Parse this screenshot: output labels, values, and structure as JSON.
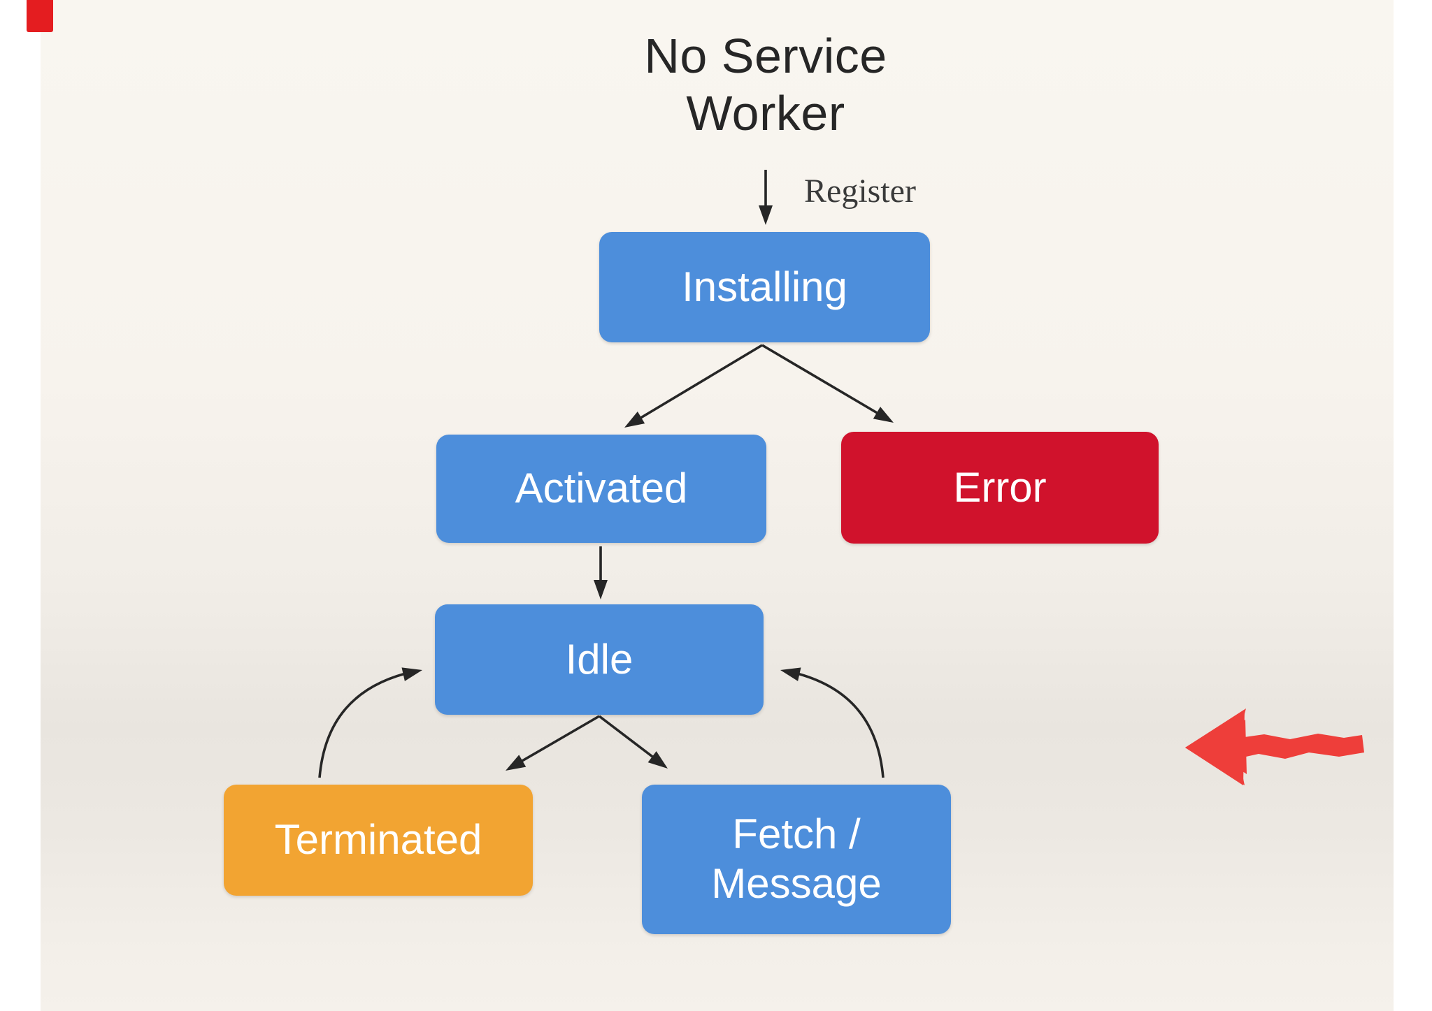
{
  "diagram": {
    "title": "No Service\nWorker",
    "register_label": "Register",
    "nodes": {
      "installing": {
        "label": "Installing",
        "color": "#4d8edb"
      },
      "activated": {
        "label": "Activated",
        "color": "#4d8edb"
      },
      "error": {
        "label": "Error",
        "color": "#d0122c"
      },
      "idle": {
        "label": "Idle",
        "color": "#4d8edb"
      },
      "terminated": {
        "label": "Terminated",
        "color": "#f2a432"
      },
      "fetch_message": {
        "label": "Fetch /\nMessage",
        "color": "#4d8edb"
      }
    },
    "edges": [
      {
        "from": "no-service-worker",
        "to": "installing",
        "label": "Register"
      },
      {
        "from": "installing",
        "to": "activated"
      },
      {
        "from": "installing",
        "to": "error"
      },
      {
        "from": "activated",
        "to": "idle"
      },
      {
        "from": "idle",
        "to": "terminated"
      },
      {
        "from": "idle",
        "to": "fetch_message"
      },
      {
        "from": "terminated",
        "to": "idle"
      },
      {
        "from": "fetch_message",
        "to": "idle"
      }
    ],
    "connector_color": "#262626",
    "annotation_arrow_color": "#ee3e3a",
    "red_marker_color": "#e41d20"
  }
}
